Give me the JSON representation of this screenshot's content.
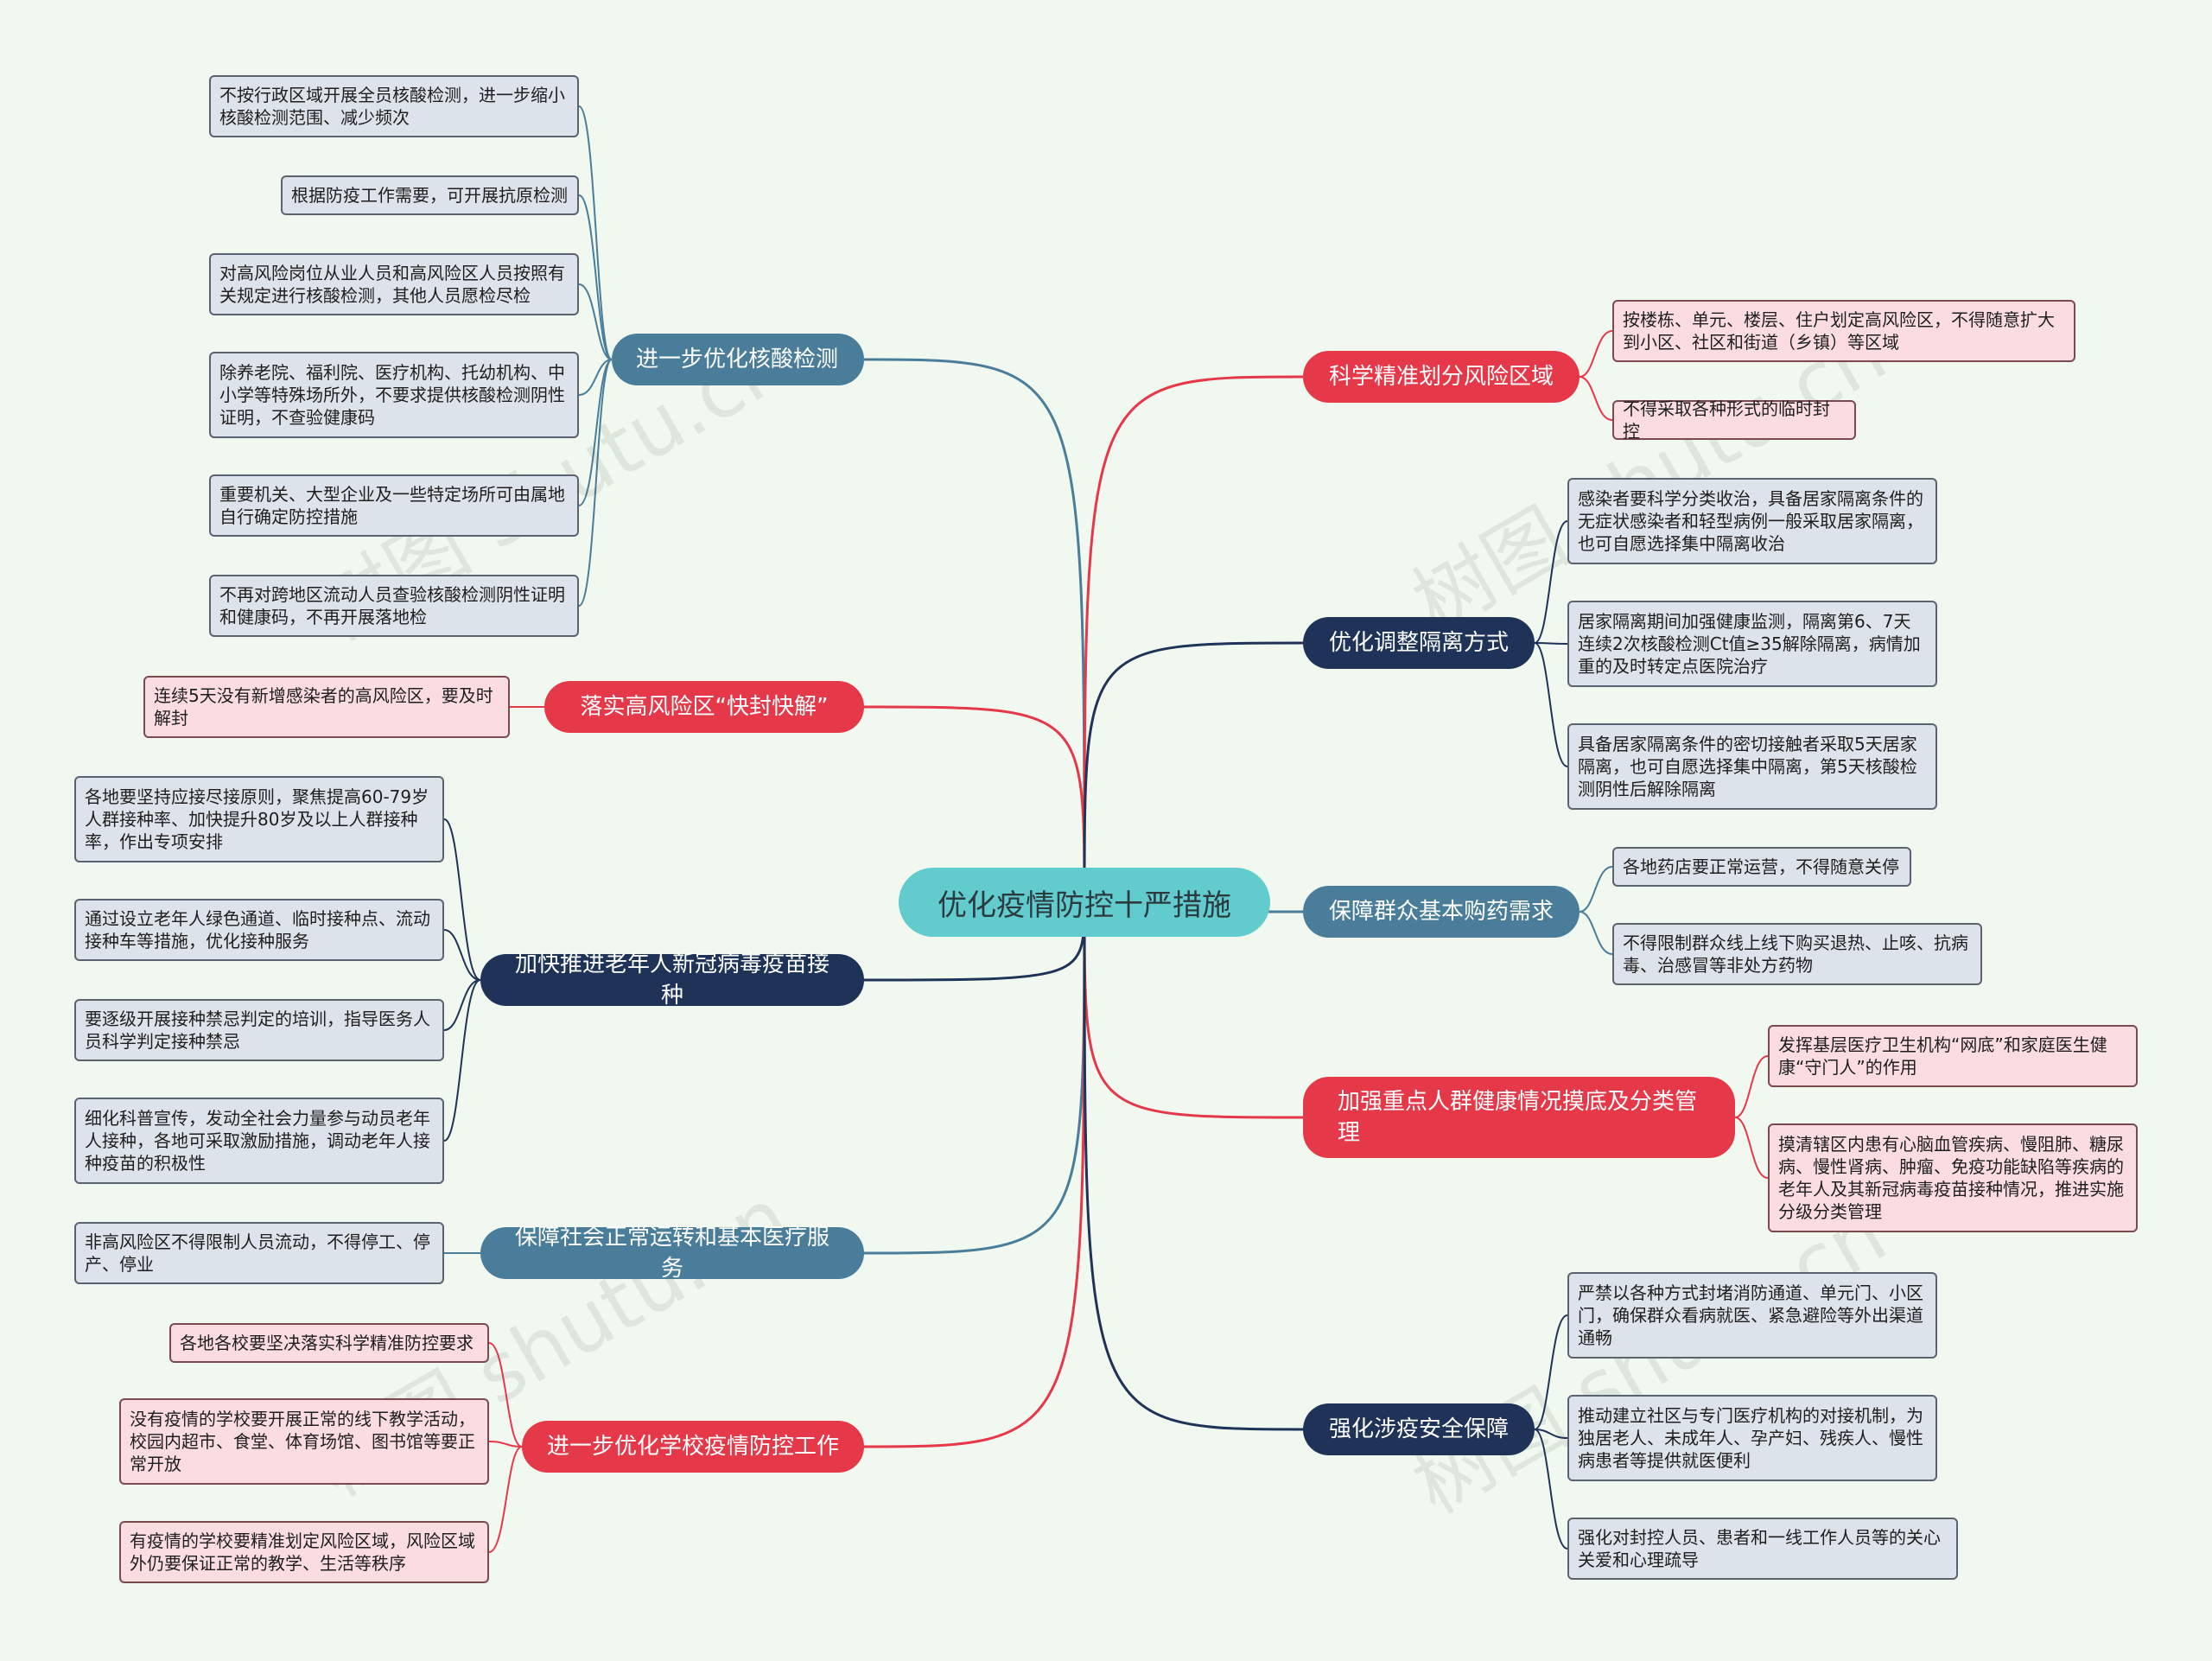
{
  "colors": {
    "red": "#e5394a",
    "navy": "#1f3358",
    "teal": "#4a7d99",
    "root": "#62cbce"
  },
  "root": "优化疫情防控十严措施",
  "branches": [
    {
      "key": "b1",
      "label": "进一步优化核酸检测",
      "color": "teal",
      "side": "left",
      "items": [
        "不按行政区域开展全员核酸检测，进一步缩小核酸检测范围、减少频次",
        "根据防疫工作需要，可开展抗原检测",
        "对高风险岗位从业人员和高风险区人员按照有关规定进行核酸检测，其他人员愿检尽检",
        "除养老院、福利院、医疗机构、托幼机构、中小学等特殊场所外，不要求提供核酸检测阴性证明，不查验健康码",
        "重要机关、大型企业及一些特定场所可由属地自行确定防控措施",
        "不再对跨地区流动人员查验核酸检测阴性证明和健康码，不再开展落地检"
      ]
    },
    {
      "key": "b2",
      "label": "落实高风险区“快封快解”",
      "color": "red",
      "side": "left",
      "items": [
        "连续5天没有新增感染者的高风险区，要及时解封"
      ]
    },
    {
      "key": "b3",
      "label": "加快推进老年人新冠病毒疫苗接种",
      "color": "navy",
      "side": "left",
      "items": [
        "各地要坚持应接尽接原则，聚焦提高60-79岁人群接种率、加快提升80岁及以上人群接种率，作出专项安排",
        "通过设立老年人绿色通道、临时接种点、流动接种车等措施，优化接种服务",
        "要逐级开展接种禁忌判定的培训，指导医务人员科学判定接种禁忌",
        "细化科普宣传，发动全社会力量参与动员老年人接种，各地可采取激励措施，调动老年人接种疫苗的积极性"
      ]
    },
    {
      "key": "b4",
      "label": "保障社会正常运转和基本医疗服务",
      "color": "teal",
      "side": "left",
      "items": [
        "非高风险区不得限制人员流动，不得停工、停产、停业"
      ]
    },
    {
      "key": "b5",
      "label": "进一步优化学校疫情防控工作",
      "color": "red",
      "side": "left",
      "items": [
        "各地各校要坚决落实科学精准防控要求",
        "没有疫情的学校要开展正常的线下教学活动，校园内超市、食堂、体育场馆、图书馆等要正常开放",
        "有疫情的学校要精准划定风险区域，风险区域外仍要保证正常的教学、生活等秩序"
      ]
    },
    {
      "key": "b6",
      "label": "科学精准划分风险区域",
      "color": "red",
      "side": "right",
      "items": [
        "按楼栋、单元、楼层、住户划定高风险区，不得随意扩大到小区、社区和街道（乡镇）等区域",
        "不得采取各种形式的临时封控"
      ]
    },
    {
      "key": "b7",
      "label": "优化调整隔离方式",
      "color": "navy",
      "side": "right",
      "items": [
        "感染者要科学分类收治，具备居家隔离条件的无症状感染者和轻型病例一般采取居家隔离，也可自愿选择集中隔离收治",
        "居家隔离期间加强健康监测，隔离第6、7天连续2次核酸检测Ct值≥35解除隔离，病情加重的及时转定点医院治疗",
        "具备居家隔离条件的密切接触者采取5天居家隔离，也可自愿选择集中隔离，第5天核酸检测阴性后解除隔离"
      ]
    },
    {
      "key": "b8",
      "label": "保障群众基本购药需求",
      "color": "teal",
      "side": "right",
      "items": [
        "各地药店要正常运营，不得随意关停",
        "不得限制群众线上线下购买退热、止咳、抗病毒、治感冒等非处方药物"
      ]
    },
    {
      "key": "b9",
      "label": "加强重点人群健康情况摸底及分类管理",
      "color": "red",
      "side": "right",
      "items": [
        "发挥基层医疗卫生机构“网底”和家庭医生健康“守门人”的作用",
        "摸清辖区内患有心脑血管疾病、慢阻肺、糖尿病、慢性肾病、肿瘤、免疫功能缺陷等疾病的老年人及其新冠病毒疫苗接种情况，推进实施分级分类管理"
      ]
    },
    {
      "key": "b10",
      "label": "强化涉疫安全保障",
      "color": "navy",
      "side": "right",
      "items": [
        "严禁以各种方式封堵消防通道、单元门、小区门，确保群众看病就医、紧急避险等外出渠道通畅",
        "推动建立社区与专门医疗机构的对接机制，为独居老人、未成年人、孕产妇、残疾人、慢性病患者等提供就医便利",
        "强化对封控人员、患者和一线工作人员等的关心关爱和心理疏导"
      ]
    }
  ]
}
